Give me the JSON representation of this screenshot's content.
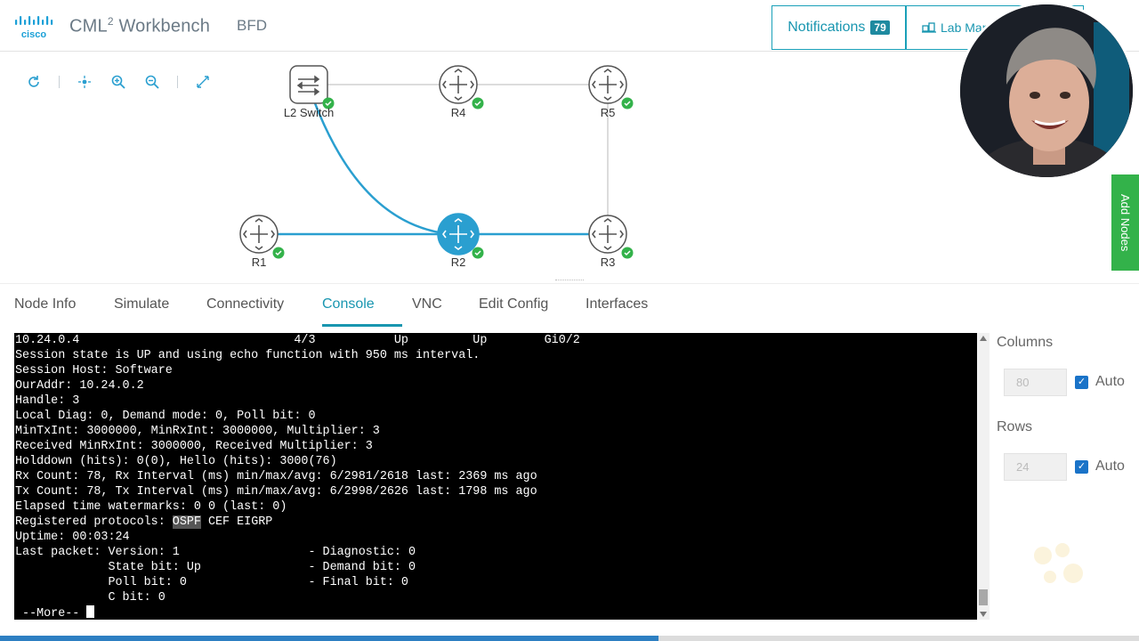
{
  "header": {
    "logo_text": "cisco",
    "app_title": "CML",
    "app_title_sup": "2",
    "app_title_rest": " Workbench",
    "lab_name": "BFD",
    "notifications_label": "Notifications",
    "notifications_count": "79",
    "lab_manager_label": "Lab Man"
  },
  "toolbar": {
    "tools": [
      "reset-icon",
      "center-icon",
      "zoom-in-icon",
      "zoom-out-icon",
      "fit-icon"
    ]
  },
  "topology": {
    "nodes": [
      {
        "label": "L2 Switch",
        "type": "switch",
        "status": "ok"
      },
      {
        "label": "R4",
        "type": "router",
        "status": "ok"
      },
      {
        "label": "R5",
        "type": "router",
        "status": "ok"
      },
      {
        "label": "R1",
        "type": "router",
        "status": "ok"
      },
      {
        "label": "R2",
        "type": "router",
        "status": "ok",
        "selected": true
      },
      {
        "label": "R3",
        "type": "router",
        "status": "ok"
      }
    ],
    "add_nodes_label": "Add Nodes"
  },
  "tabs": [
    {
      "label": "Node Info",
      "active": false
    },
    {
      "label": "Simulate",
      "active": false
    },
    {
      "label": "Connectivity",
      "active": false
    },
    {
      "label": "Console",
      "active": true
    },
    {
      "label": "VNC",
      "active": false
    },
    {
      "label": "Edit Config",
      "active": false
    },
    {
      "label": "Interfaces",
      "active": false
    }
  ],
  "console": {
    "lines": [
      "10.24.0.4                              4/3           Up         Up        Gi0/2",
      "Session state is UP and using echo function with 950 ms interval.",
      "Session Host: Software",
      "OurAddr: 10.24.0.2",
      "Handle: 3",
      "Local Diag: 0, Demand mode: 0, Poll bit: 0",
      "MinTxInt: 3000000, MinRxInt: 3000000, Multiplier: 3",
      "Received MinRxInt: 3000000, Received Multiplier: 3",
      "Holddown (hits): 0(0), Hello (hits): 3000(76)",
      "Rx Count: 78, Rx Interval (ms) min/max/avg: 6/2981/2618 last: 2369 ms ago",
      "Tx Count: 78, Tx Interval (ms) min/max/avg: 6/2998/2626 last: 1798 ms ago",
      "Elapsed time watermarks: 0 0 (last: 0)",
      "Uptime: 00:03:24",
      "Last packet: Version: 1                  - Diagnostic: 0",
      "             State bit: Up               - Demand bit: 0",
      "             Poll bit: 0                 - Final bit: 0",
      "             C bit: 0"
    ],
    "protocols_prefix": "Registered protocols: ",
    "protocols_highlight": "OSPF",
    "protocols_rest": " CEF EIGRP",
    "more_prompt": " --More-- "
  },
  "settings": {
    "columns_label": "Columns",
    "columns_value": "80",
    "columns_auto_label": "Auto",
    "rows_label": "Rows",
    "rows_value": "24",
    "rows_auto_label": "Auto"
  },
  "colors": {
    "accent": "#1996b0",
    "status_ok": "#33b24a",
    "link_active": "#2a9fd0"
  }
}
